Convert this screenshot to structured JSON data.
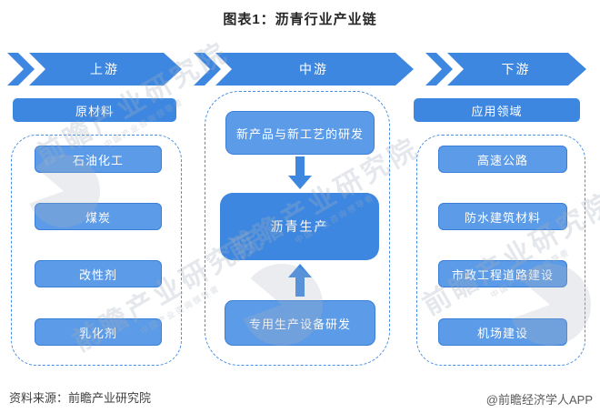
{
  "title": "图表1：沥青行业产业链",
  "colors": {
    "accent": "#3d87e1",
    "item_fill": "#5c9be7",
    "item_border": "#3a7ed8",
    "dashed_border": "#4a8fe2",
    "title_text": "#262626",
    "footer_text": "#404040"
  },
  "banners": [
    {
      "label": "上游"
    },
    {
      "label": "中游"
    },
    {
      "label": "下游"
    }
  ],
  "upstream": {
    "header": "原材料",
    "items": [
      "石油化工",
      "煤炭",
      "改性剂",
      "乳化剂"
    ]
  },
  "midstream": {
    "rd_top": "新产品与新工艺的研发",
    "production": "沥青生产",
    "rd_bottom": "专用生产设备研发"
  },
  "downstream": {
    "header": "应用领域",
    "items": [
      "高速公路",
      "防水建筑材料",
      "市政工程道路建设",
      "机场建设"
    ]
  },
  "footer": {
    "source": "资料来源：前瞻产业研究院",
    "credit": "@前瞻经济学人APP"
  },
  "watermark": {
    "text": "前瞻产业研究院",
    "subtext": "中国产业咨询领导者"
  }
}
